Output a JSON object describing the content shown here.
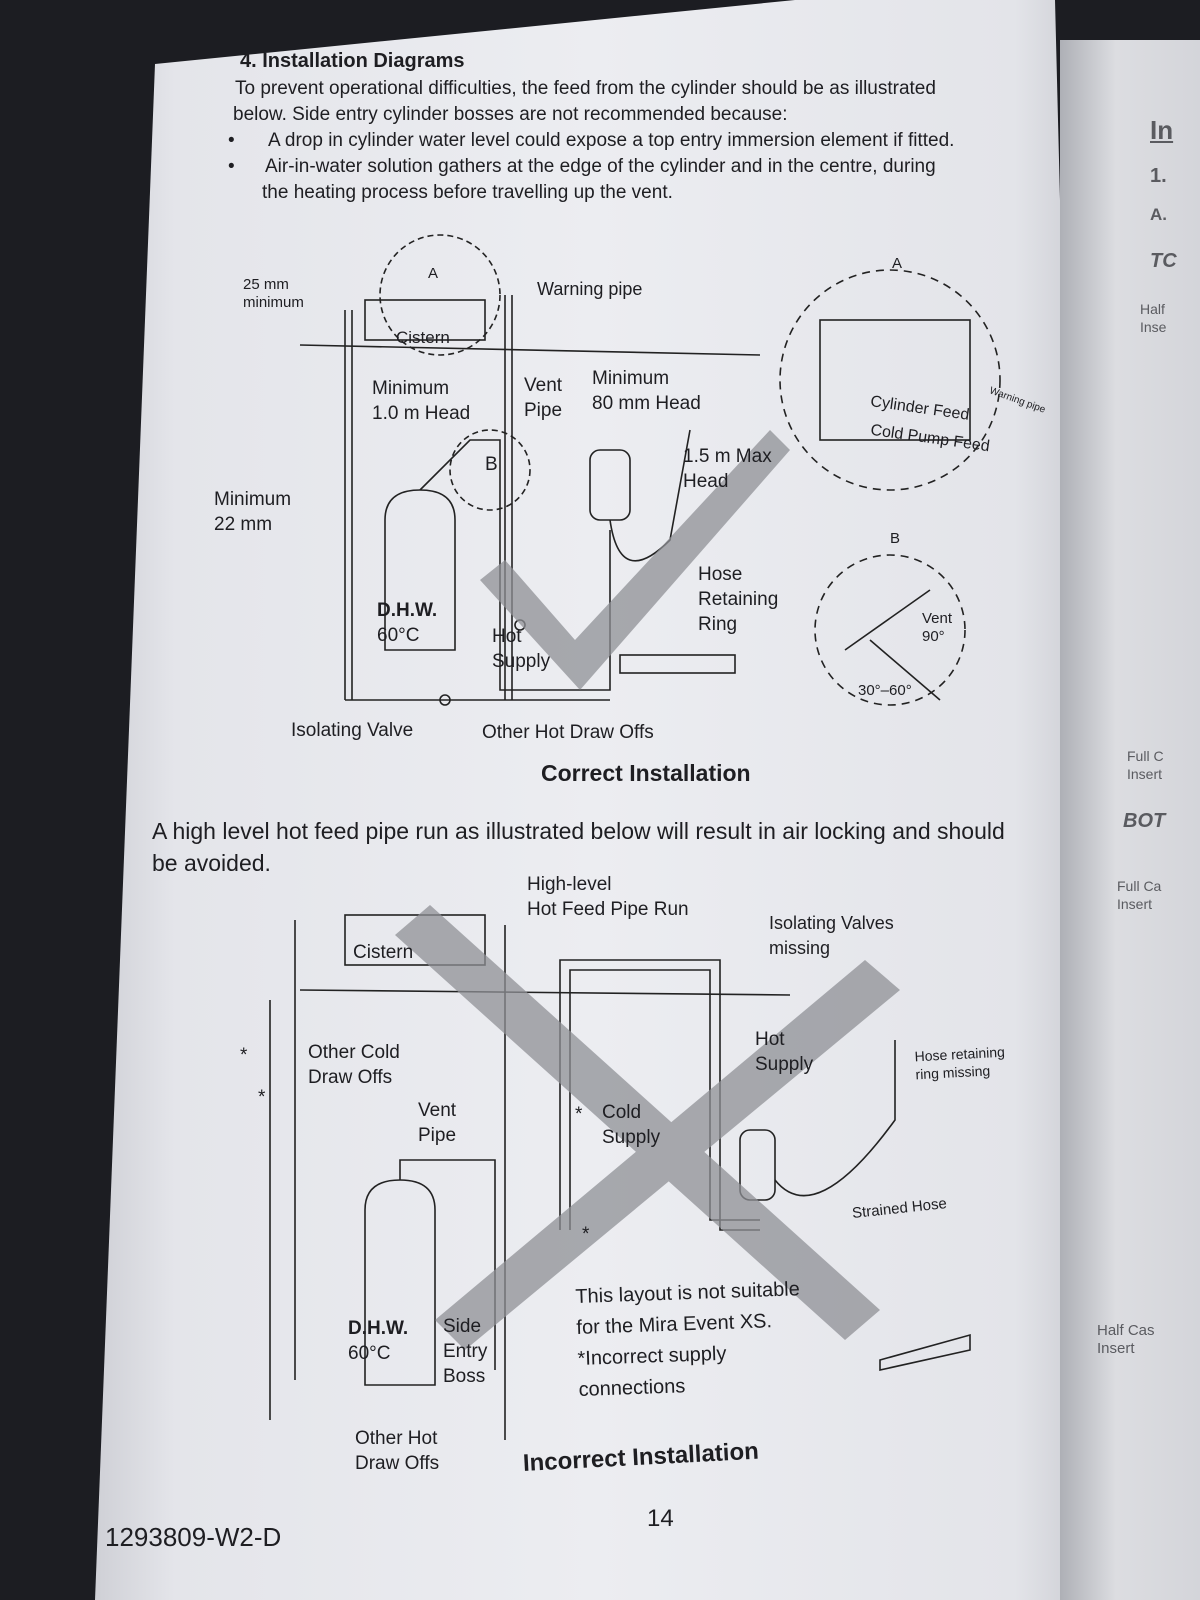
{
  "header": {
    "title": "4. Installation Diagrams",
    "intro_line1": "To prevent operational difficulties, the feed from the cylinder should be as illustrated",
    "intro_line2": "below. Side entry cylinder bosses are not recommended because:",
    "bullets": [
      "A drop in cylinder water level could expose a top entry immersion element if fitted.",
      "Air-in-water solution gathers at the edge of the cylinder and in the centre, during",
      "the heating process before travelling up the vent."
    ],
    "bullet_mark": "•"
  },
  "correct": {
    "min25_1": "25 mm",
    "min25_2": "minimum",
    "detail_a": "A",
    "cistern": "Cistern",
    "warning_pipe": "Warning pipe",
    "head_1": "Minimum",
    "head_2": "1.0 m Head",
    "vent_1": "Vent",
    "vent_2": "Pipe",
    "min80_1": "Minimum",
    "min80_2": "80 mm Head",
    "max_1": "1.5 m Max",
    "max_2": "Head",
    "min22_1": "Minimum",
    "min22_2": "22 mm",
    "detail_b": "B",
    "dhw_1": "D.H.W.",
    "dhw_2": "60°C",
    "hot_1": "Hot",
    "hot_2": "Supply",
    "hose_1": "Hose",
    "hose_2": "Retaining",
    "hose_3": "Ring",
    "isolating_valve": "Isolating Valve",
    "other_hot": "Other Hot Draw Offs",
    "caption": "Correct Installation",
    "inset_a": {
      "label": "A",
      "cylinder_feed": "Cylinder Feed",
      "cold_pump_feed": "Cold Pump Feed",
      "warning_pipe": "Warning pipe"
    },
    "inset_b": {
      "label": "B",
      "vent": "Vent",
      "angle90": "90°",
      "angle_range": "30°–60°"
    }
  },
  "warning_text_1": "A high level hot feed pipe run as illustrated below will result in air locking and should",
  "warning_text_2": "be avoided.",
  "incorrect": {
    "high_1": "High-level",
    "high_2": "Hot Feed Pipe Run",
    "iso_1": "Isolating Valves",
    "iso_2": "missing",
    "cistern": "Cistern",
    "cold_draw_1": "Other Cold",
    "cold_draw_2": "Draw Offs",
    "vent_1": "Vent",
    "vent_2": "Pipe",
    "cold_1": "Cold",
    "cold_2": "Supply",
    "hot_1": "Hot",
    "hot_2": "Supply",
    "hose_1": "Hose retaining",
    "hose_2": "ring missing",
    "strained": "Strained Hose",
    "dhw_1": "D.H.W.",
    "dhw_2": "60°C",
    "side_1": "Side",
    "side_2": "Entry",
    "side_3": "Boss",
    "other_hot_1": "Other Hot",
    "other_hot_2": "Draw Offs",
    "note_1": "This layout is not suitable",
    "note_2": "for the Mira Event XS.",
    "note_3": "*Incorrect supply",
    "note_4": "connections",
    "asterisk": "*",
    "caption": "Incorrect Installation"
  },
  "footer": {
    "page_number": "14",
    "doc_code": "1293809-W2-D"
  },
  "right_page": {
    "title": "In",
    "item1": "1.",
    "itemA": "A.",
    "top": "TC",
    "half1_1": "Half",
    "half1_2": "Inse",
    "full1_1": "Full C",
    "full1_2": "Insert",
    "bottom": "BOT",
    "full2_1": "Full Ca",
    "full2_2": "Insert",
    "half2_1": "Half Cas",
    "half2_2": "Insert"
  },
  "colors": {
    "check": "#8f9095",
    "cross": "#8f9095",
    "ink": "#1e1e22"
  }
}
